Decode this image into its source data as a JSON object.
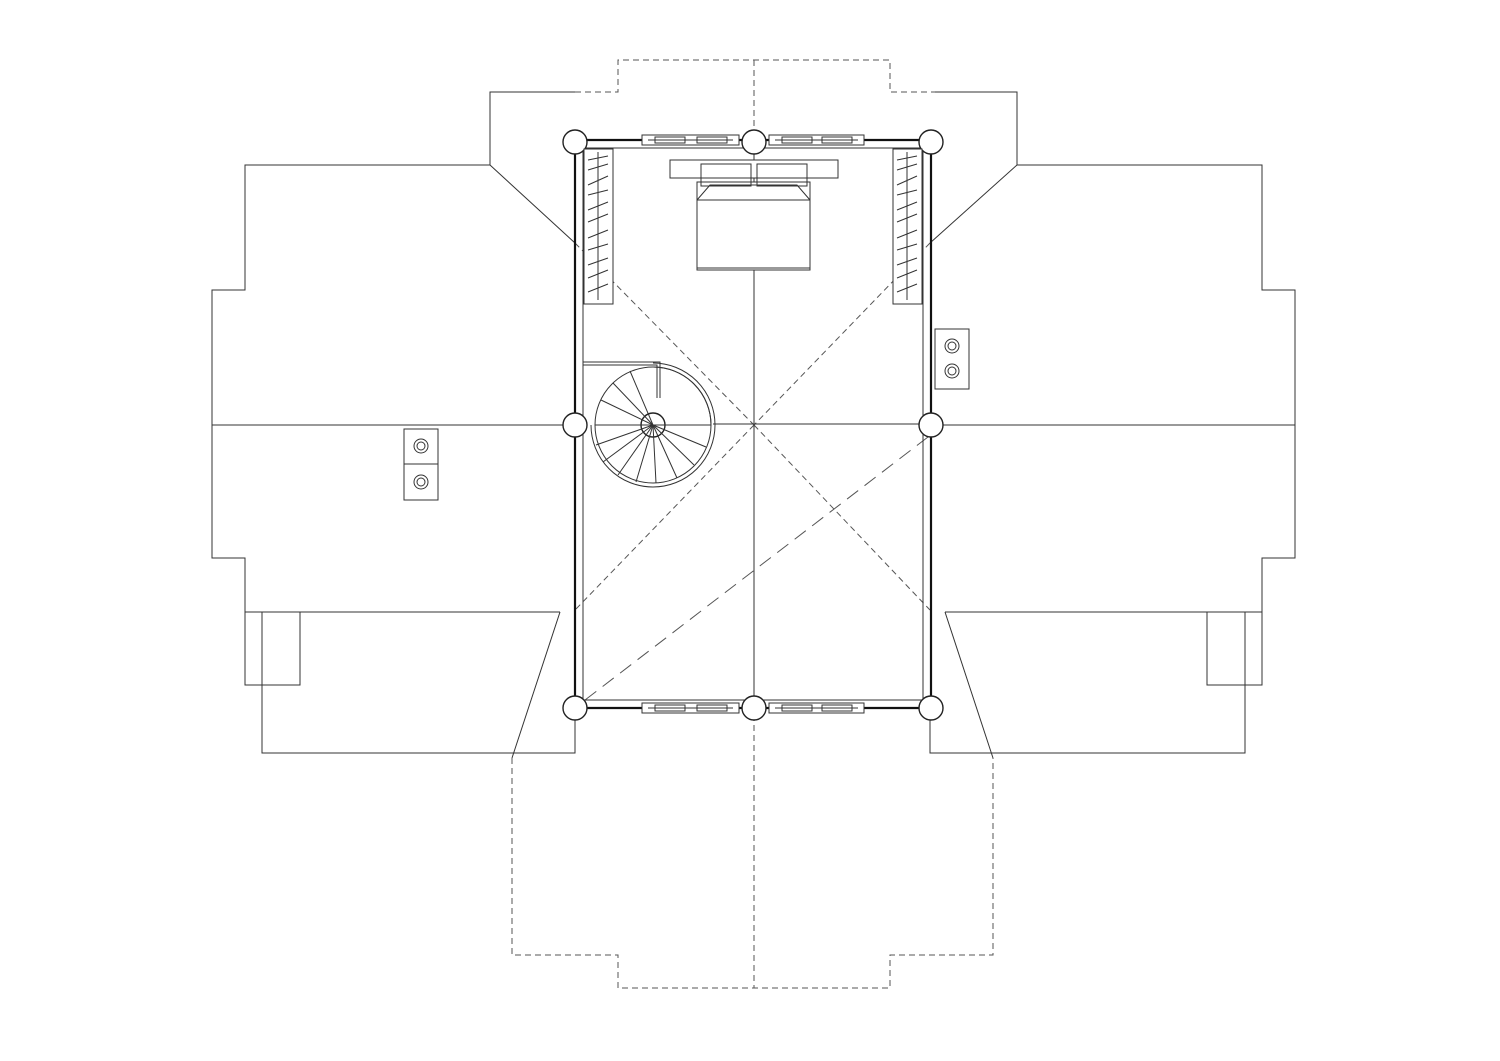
{
  "drawing": {
    "elements": {
      "bedroom": "double-bed",
      "stair": "spiral-staircase",
      "storage": [
        "wardrobe",
        "wardrobe"
      ],
      "chimneys": [
        "chimney",
        "chimney"
      ],
      "windows": [
        "window",
        "window",
        "window",
        "window"
      ]
    },
    "colors": {
      "ink": "#222222",
      "paper": "#ffffff"
    }
  }
}
